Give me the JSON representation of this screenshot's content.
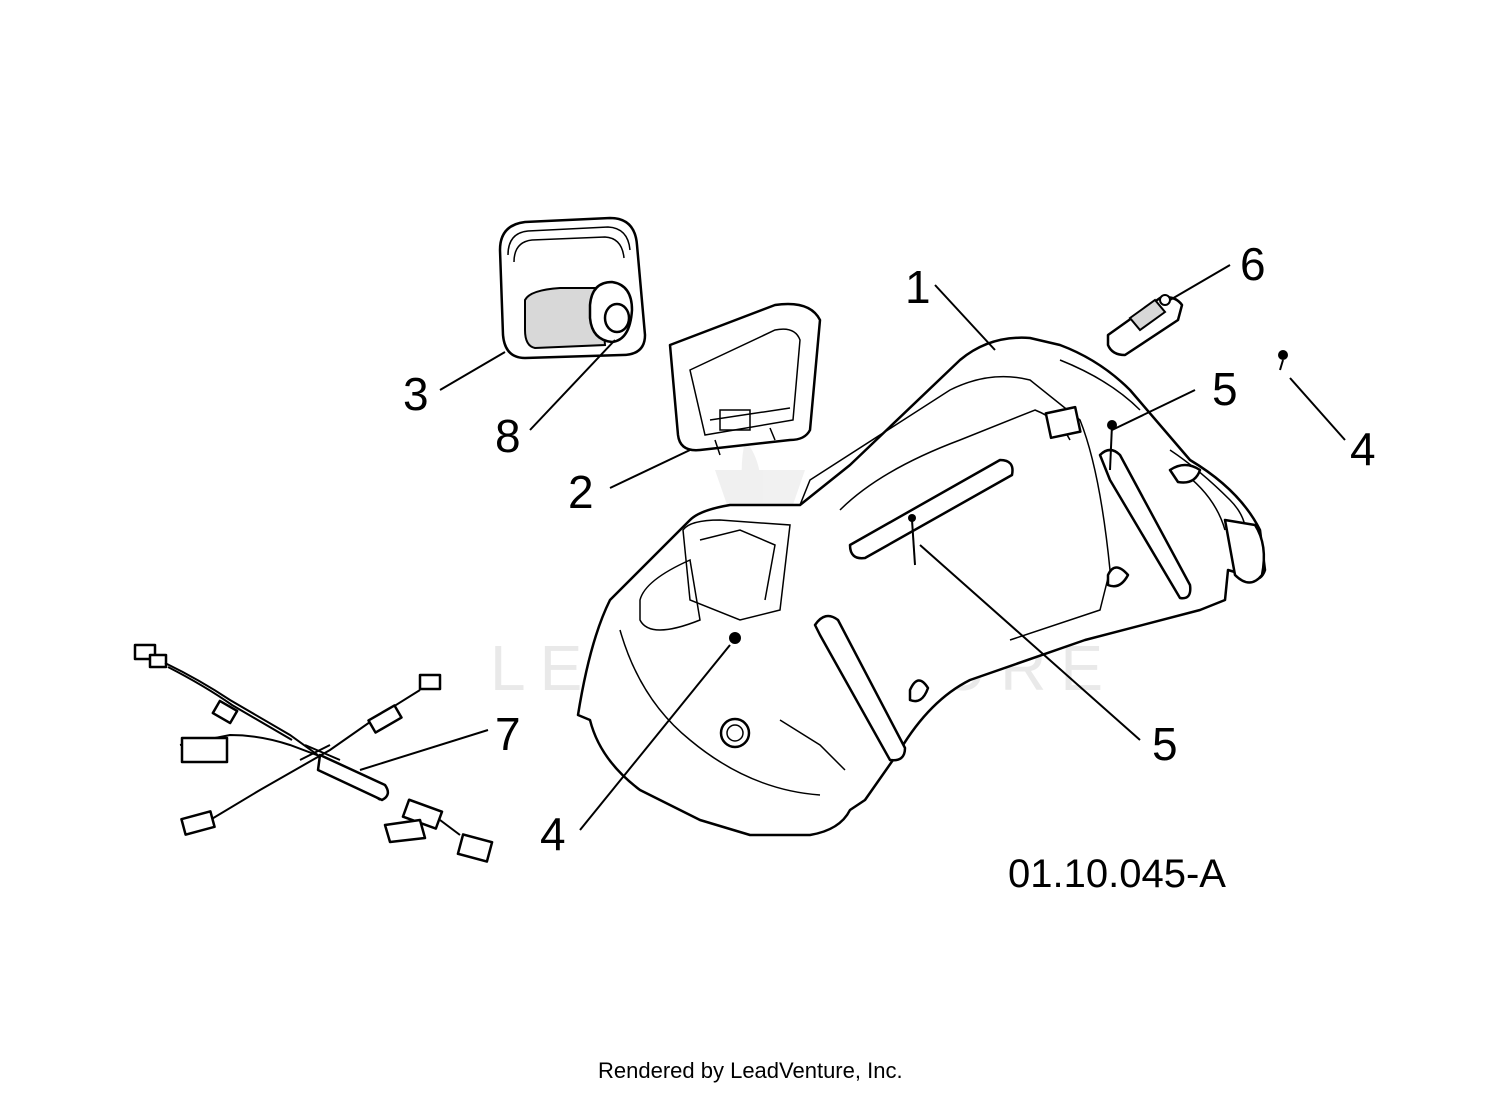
{
  "diagram": {
    "callouts": [
      "1",
      "2",
      "3",
      "4",
      "4",
      "5",
      "5",
      "6",
      "7",
      "8"
    ],
    "drawing_code": "01.10.045-A",
    "credit": "Rendered by LeadVenture, Inc.",
    "watermark": "LEADVENTURE"
  }
}
